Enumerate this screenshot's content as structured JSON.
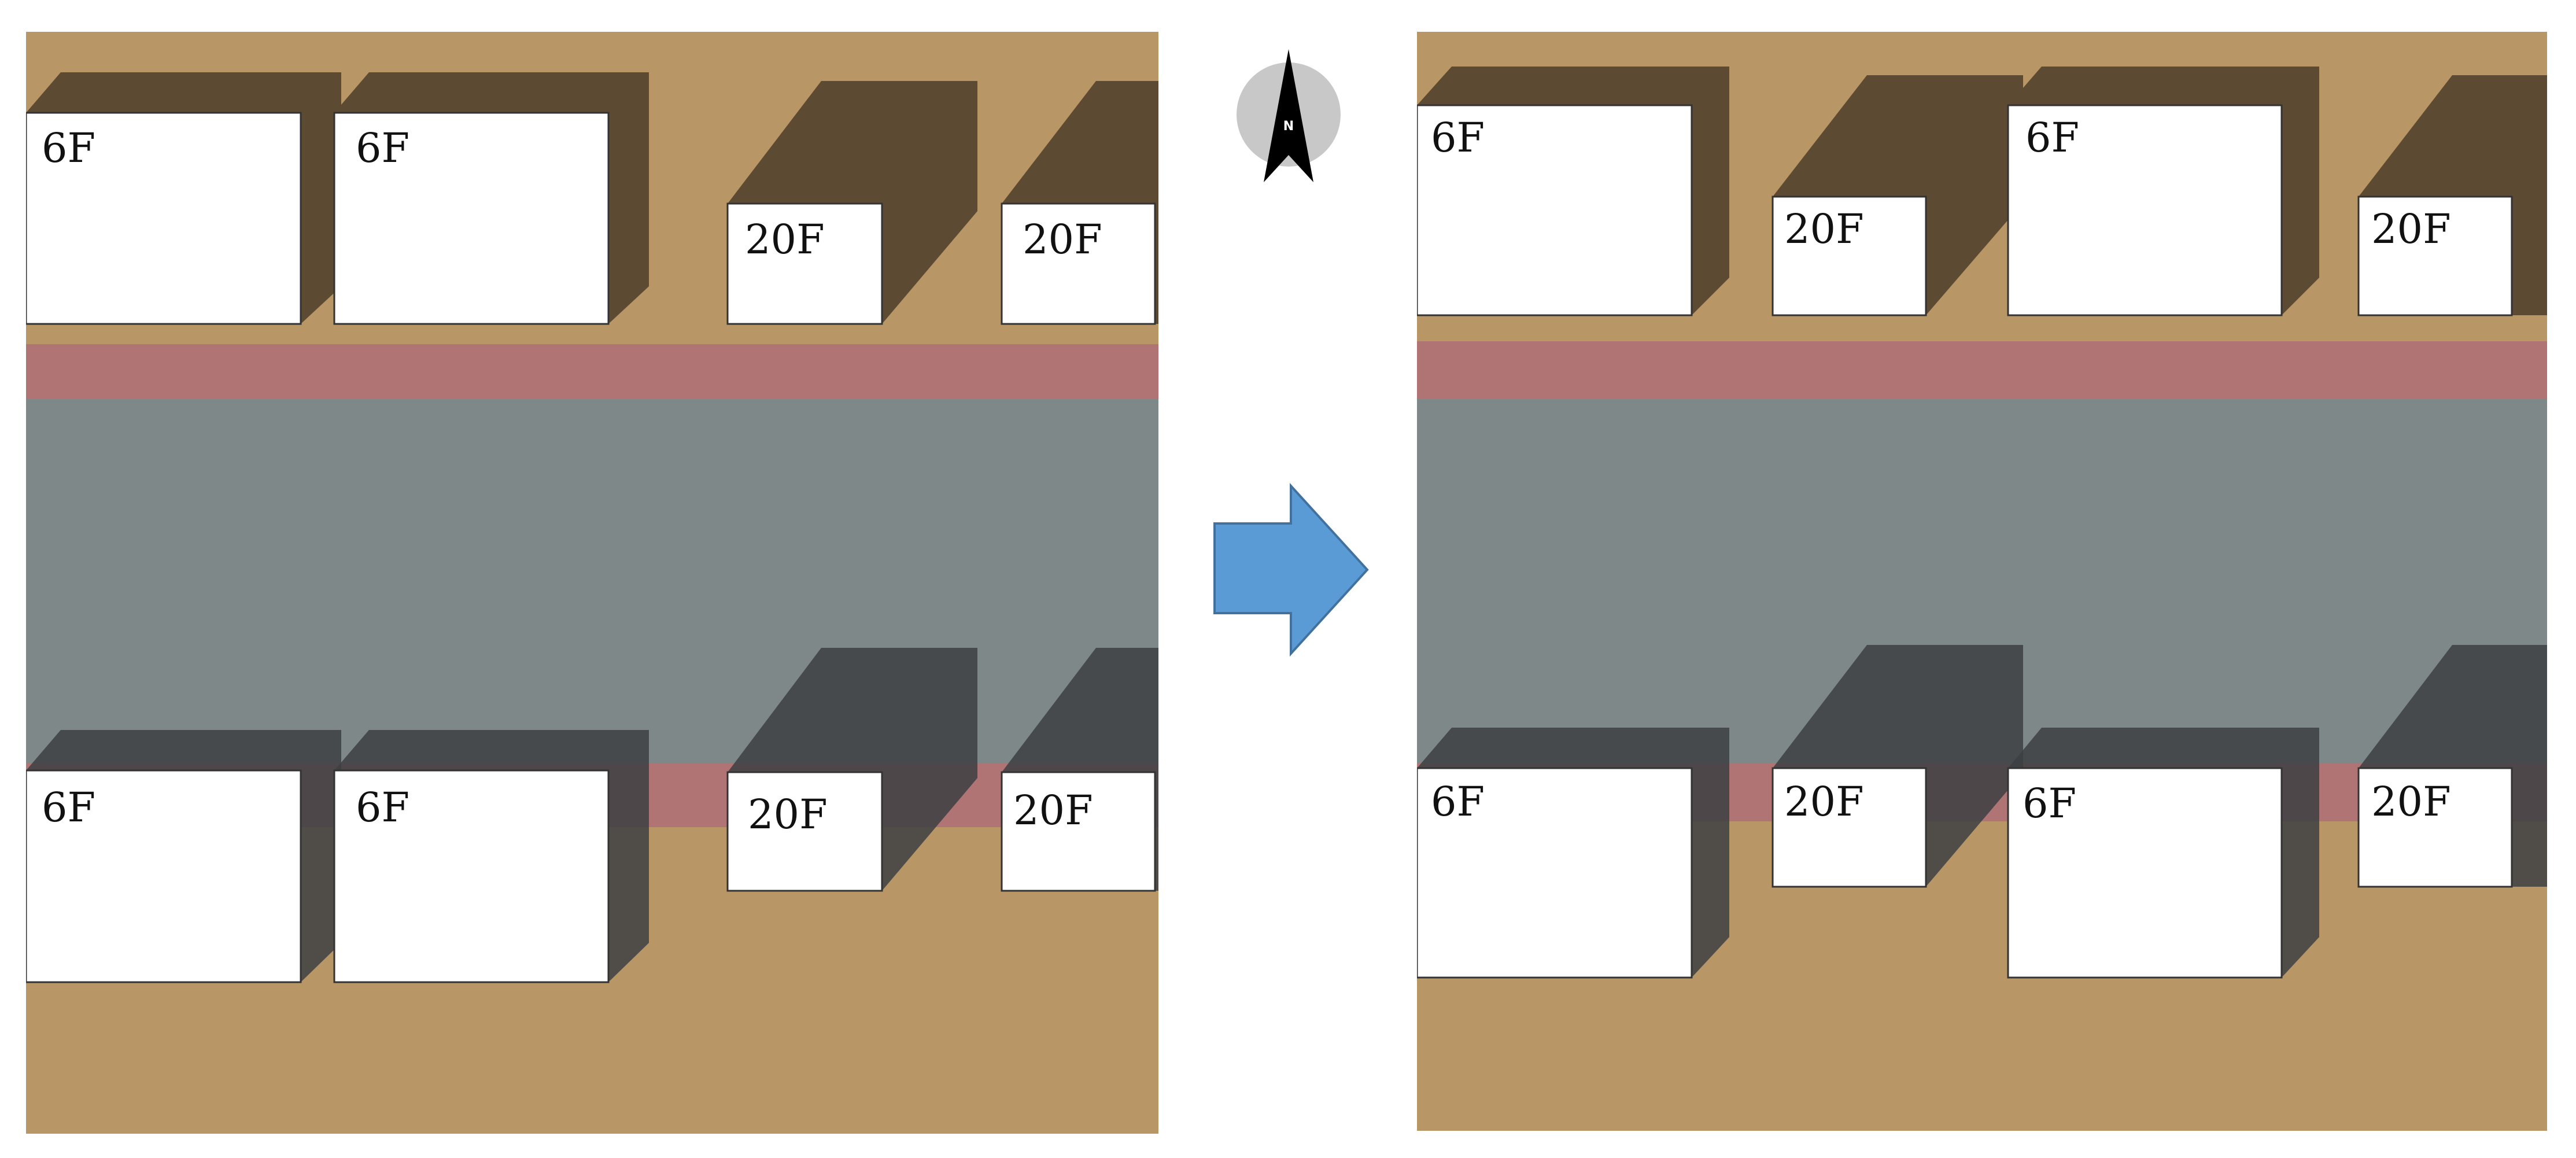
{
  "colors": {
    "ground": "#B89666",
    "road": "#7F8889",
    "sidewalk": "#B07474",
    "shadow_on_ground": "#5C4A33",
    "shadow_on_road": "#3D3F42",
    "building_face": "#FFFFFF",
    "building_outline": "#333333",
    "arrow_fill": "#5B9BD5",
    "arrow_stroke": "#41719C",
    "compass_disc": "#C8C8C8",
    "compass_needle": "#000000"
  },
  "compass": {
    "label": "N",
    "icon": "north-arrow-icon"
  },
  "transition_arrow": {
    "icon": "right-arrow-icon"
  },
  "panels": [
    {
      "name": "before",
      "top_row": [
        "6F",
        "6F",
        "20F",
        "20F"
      ],
      "bottom_row": [
        "6F",
        "6F",
        "20F",
        "20F"
      ]
    },
    {
      "name": "after",
      "top_row": [
        "6F",
        "20F",
        "6F",
        "20F"
      ],
      "bottom_row": [
        "6F",
        "20F",
        "6F",
        "20F"
      ]
    }
  ]
}
